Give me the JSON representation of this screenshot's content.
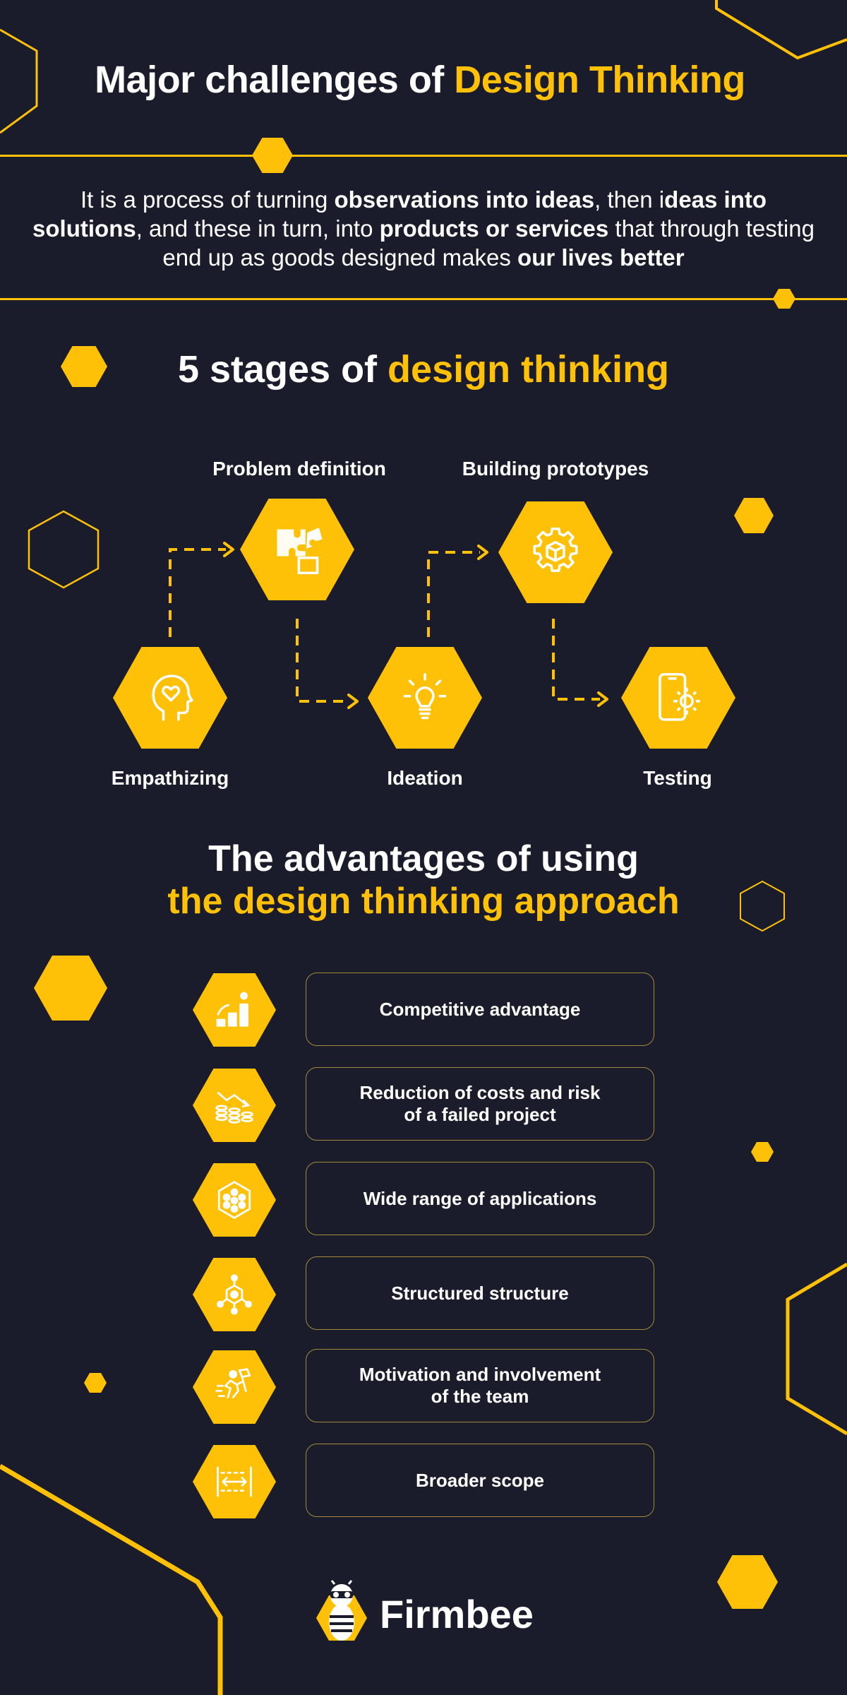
{
  "header": {
    "title_part1": "Major challenges of ",
    "title_part2": "Design Thinking"
  },
  "intro": {
    "t1": "It is a process of turning ",
    "b1": "observations into ideas",
    "t2": ", then i",
    "b2": "deas into solutions",
    "t3": ", and these in turn, into ",
    "b3": "products or services",
    "t4": " that through testing end up as goods designed makes ",
    "b4": "our lives better"
  },
  "stages_section": {
    "title_part1": "5 stages of ",
    "title_part2": "design thinking",
    "stages": [
      {
        "label": "Empathizing",
        "icon": "head-heart-icon"
      },
      {
        "label": "Problem definition",
        "icon": "puzzle-icon"
      },
      {
        "label": "Ideation",
        "icon": "lightbulb-icon"
      },
      {
        "label": "Building prototypes",
        "icon": "gear-cube-icon"
      },
      {
        "label": "Testing",
        "icon": "phone-gear-icon"
      }
    ]
  },
  "advantages_section": {
    "title_line1": "The advantages of using",
    "title_line2": "the design thinking approach",
    "items": [
      {
        "label": "Competitive advantage",
        "icon": "growth-bars-icon"
      },
      {
        "label": "Reduction of costs and risk\nof a failed project",
        "icon": "coins-chart-icon"
      },
      {
        "label": "Wide range of applications",
        "icon": "hexagon-network-icon"
      },
      {
        "label": "Structured structure",
        "icon": "node-structure-icon"
      },
      {
        "label": "Motivation and involvement\nof the team",
        "icon": "runner-flag-icon"
      },
      {
        "label": "Broader scope",
        "icon": "width-arrows-icon"
      }
    ]
  },
  "footer": {
    "brand": "Firmbee",
    "logo_icon": "bee-logo-icon"
  },
  "colors": {
    "background": "#1a1c2c",
    "accent": "#ffc107",
    "text": "#ffffff"
  }
}
